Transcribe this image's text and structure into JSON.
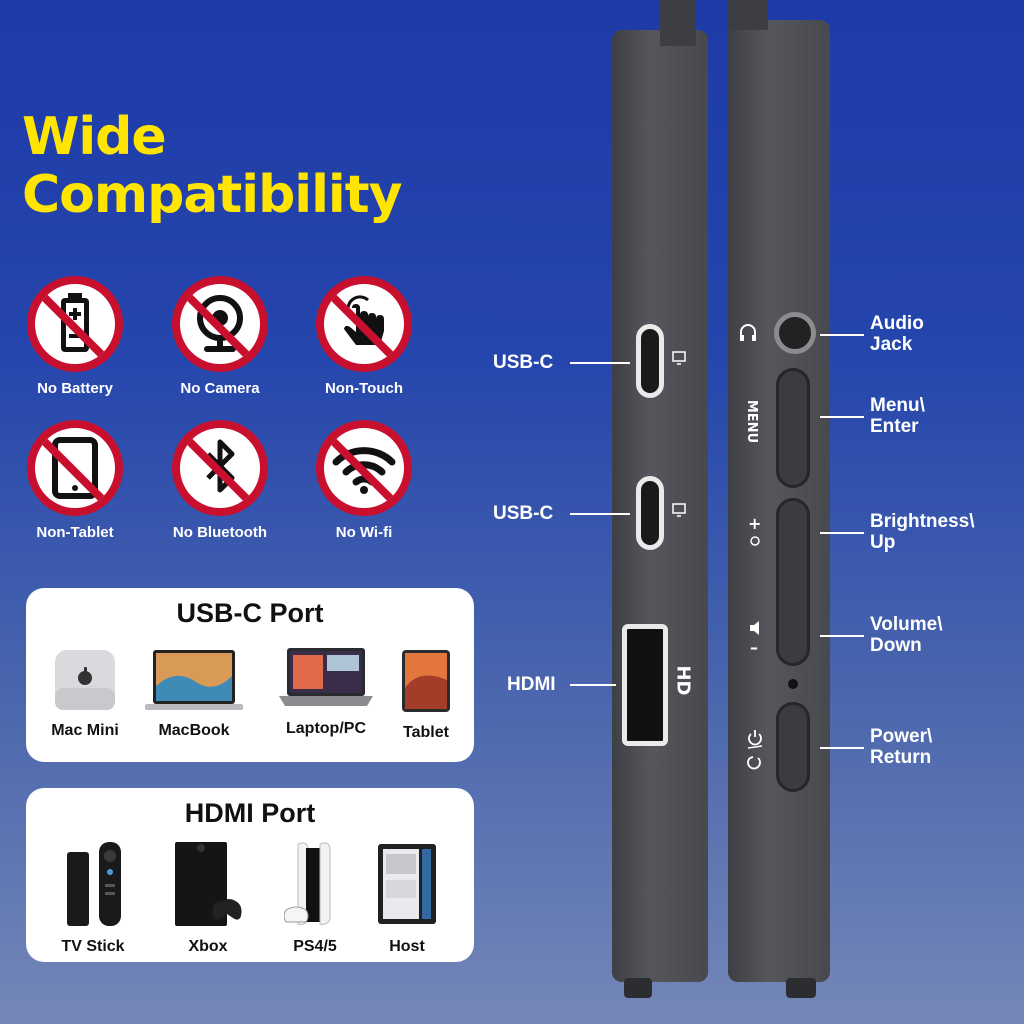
{
  "title": {
    "line1": "Wide",
    "line2": "Compatibility"
  },
  "bans": [
    {
      "label": "No Battery",
      "icon": "battery-icon"
    },
    {
      "label": "No Camera",
      "icon": "camera-icon"
    },
    {
      "label": "Non-Touch",
      "icon": "touch-icon"
    },
    {
      "label": "Non-Tablet",
      "icon": "tablet-icon"
    },
    {
      "label": "No Bluetooth",
      "icon": "bluetooth-icon"
    },
    {
      "label": "No Wi-fi",
      "icon": "wifi-icon"
    }
  ],
  "usbc_card": {
    "title": "USB-C Port",
    "devices": [
      "Mac Mini",
      "MacBook",
      "Laptop/PC",
      "Tablet"
    ]
  },
  "hdmi_card": {
    "title": "HDMI Port",
    "devices": [
      "TV Stick",
      "Xbox",
      "PS4/5",
      "Host"
    ]
  },
  "left_ports": {
    "usbc1": "USB-C",
    "usbc2": "USB-C",
    "hdmi": "HDMI"
  },
  "hdmi_mark": "HD",
  "menu_mark": "MENU",
  "right_controls": {
    "audio": [
      "Audio",
      "Jack"
    ],
    "menu": [
      "Menu\\",
      "Enter"
    ],
    "bright": [
      "Brightness\\",
      "Up"
    ],
    "volume": [
      "Volume\\",
      "Down"
    ],
    "power": [
      "Power\\",
      "Return"
    ]
  },
  "colors": {
    "title": "#ffe500",
    "ban_red": "#c8102e",
    "panel": "#4a4c51"
  }
}
